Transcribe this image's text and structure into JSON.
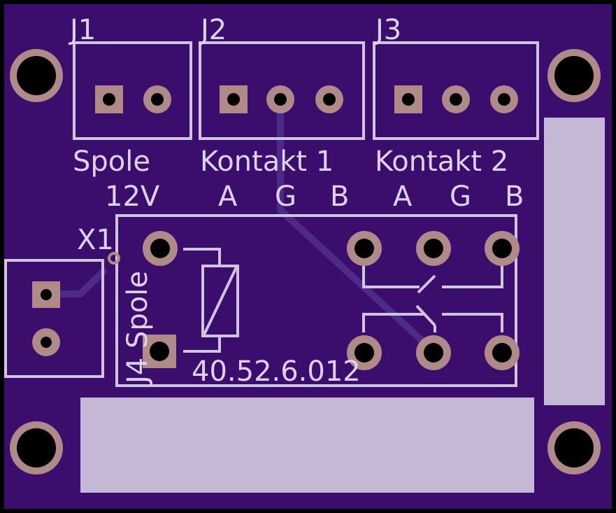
{
  "colors": {
    "board": "#3b0e6e",
    "edge": "#000000",
    "silkscreen": "#cfc5df",
    "copper_pad": "#b48a8a",
    "drill": "#000000",
    "trace": "#4b2a86",
    "keepout": "#bfb3d4"
  },
  "connectors": {
    "j1": {
      "ref": "J1",
      "label": "Spole",
      "pins": [
        "12V"
      ]
    },
    "j2": {
      "ref": "J2",
      "label": "Kontakt 1",
      "pins": [
        "A",
        "G",
        "B"
      ]
    },
    "j3": {
      "ref": "J3",
      "label": "Kontakt 2",
      "pins": [
        "A",
        "G",
        "B"
      ]
    },
    "x1": {
      "ref": "X1"
    },
    "j4": {
      "ref": "J4 Spole"
    }
  },
  "relay": {
    "part": "40.52.6.012"
  }
}
